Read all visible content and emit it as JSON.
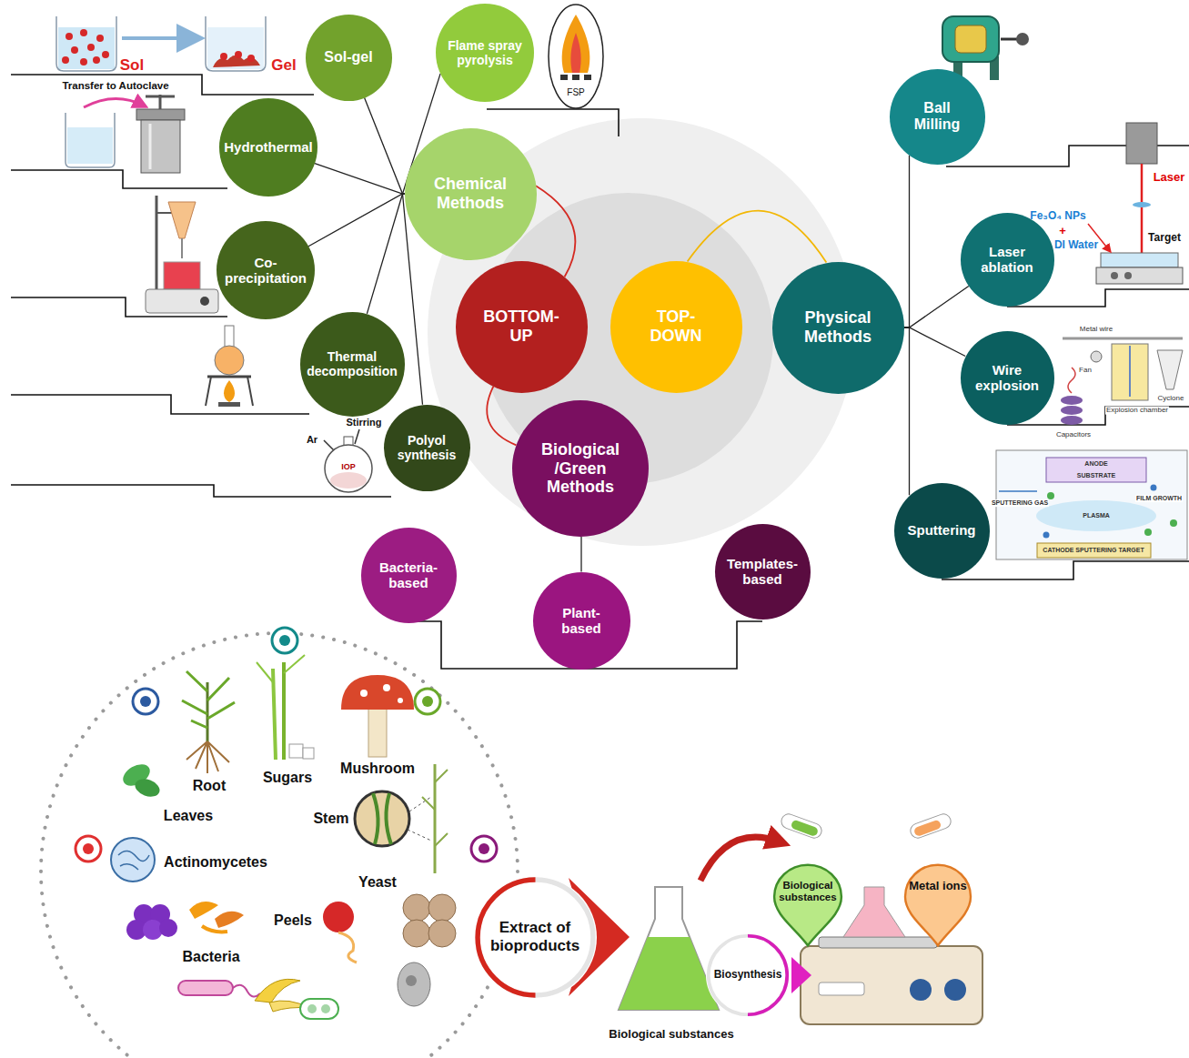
{
  "diagram": {
    "nodes": [
      {
        "text": [
          "Sol-gel"
        ]
      },
      {
        "text": [
          "Flame spray pyrolysis"
        ]
      },
      {
        "text": [
          "Hydrothermal"
        ]
      },
      {
        "text": [
          "Chemical Methods"
        ]
      },
      {
        "text": [
          "Ball Milling"
        ]
      },
      {
        "text": [
          "Co-precipitation"
        ]
      },
      {
        "text": [
          "BOTTOM-UP"
        ]
      },
      {
        "text": [
          "TOP-DOWN"
        ]
      },
      {
        "text": [
          "Physical Methods"
        ]
      },
      {
        "text": [
          "Laser ablation"
        ]
      },
      {
        "text": [
          "Wire explosion"
        ]
      },
      {
        "text": [
          "Thermal decomposition"
        ]
      },
      {
        "text": [
          "Polyol synthesis"
        ]
      },
      {
        "text": [
          "Biological /Green Methods"
        ]
      },
      {
        "text": [
          "Sputtering"
        ]
      },
      {
        "text": [
          "Bacteria-based"
        ]
      },
      {
        "text": [
          "Plant-based"
        ]
      },
      {
        "text": [
          "Templates-based"
        ]
      },
      {
        "text": [
          "Extract of bioproducts"
        ]
      },
      {
        "text": [
          "Biological substances"
        ]
      },
      {
        "text": [
          "Metal ions"
        ]
      },
      {
        "text": [
          "Biosynthesis"
        ]
      }
    ],
    "edges": [
      {
        "from": 3,
        "to": 0,
        "arrow": "none"
      },
      {
        "from": 3,
        "to": 1,
        "arrow": "none"
      },
      {
        "from": 3,
        "to": 2,
        "arrow": "none"
      },
      {
        "from": 3,
        "to": 5,
        "arrow": "none"
      },
      {
        "from": 3,
        "to": 11,
        "arrow": "none"
      },
      {
        "from": 3,
        "to": 12,
        "arrow": "none"
      },
      {
        "from": 6,
        "to": 3,
        "arrow": "none"
      },
      {
        "from": 7,
        "to": 8,
        "arrow": "none"
      },
      {
        "from": 8,
        "to": 4,
        "arrow": "none"
      },
      {
        "from": 8,
        "to": 9,
        "arrow": "none"
      },
      {
        "from": 8,
        "to": 10,
        "arrow": "none"
      },
      {
        "from": 8,
        "to": 14,
        "arrow": "none"
      },
      {
        "from": 6,
        "to": 13,
        "arrow": "none"
      },
      {
        "from": 13,
        "to": 16,
        "arrow": "none"
      }
    ],
    "labels": [
      "Sol",
      "Gel",
      "Transfer to Autoclave",
      "FSP",
      "Stirring",
      "Ar",
      "IOP",
      "Laser",
      "Fe₃O₄ NPs",
      "+",
      "DI Water",
      "Target",
      "Metal wire",
      "Fan",
      "Explosion chamber",
      "Cyclone",
      "Capacitors",
      "ANODE",
      "SUBSTRATE",
      "SPUTTERING GAS",
      "FILM GROWTH",
      "PLASMA",
      "CATHODE SPUTTERING TARGET",
      "Root",
      "Sugars",
      "Mushroom",
      "Leaves",
      "Stem",
      "Actinomycetes",
      "Yeast",
      "Peels",
      "Bacteria",
      "Biological substances"
    ]
  }
}
